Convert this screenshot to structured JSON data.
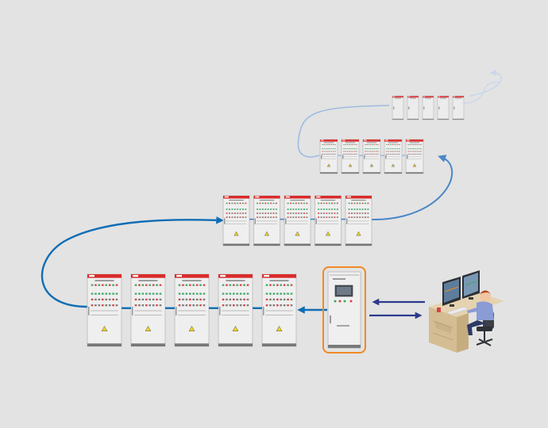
{
  "diagram": {
    "type": "control-cabinet-network",
    "colors": {
      "background": "#e3e3e3",
      "link_front": "#0f6db5",
      "link_mid": "#4a86c8",
      "link_far": "#9fbbe0",
      "link_farthest": "#c8d6ec",
      "control_highlight": "#f08a24",
      "command_arrow": "#2c3a8c",
      "cabinet_body": "#efefef",
      "cabinet_header": "#d92b2b",
      "indicator_green": "#3ea86a",
      "indicator_red": "#d64545",
      "warning_yellow": "#f3d22a"
    },
    "rows": [
      {
        "name": "front-row",
        "cabinet_count": 5
      },
      {
        "name": "second-row",
        "cabinet_count": 5
      },
      {
        "name": "third-row",
        "cabinet_count": 5
      },
      {
        "name": "fourth-row",
        "cabinet_count": 5
      }
    ],
    "control_cabinet": {
      "name": "control-cabinet",
      "highlighted": true
    },
    "operator_station": {
      "name": "operator-workstation",
      "monitors": 2
    },
    "icons": [
      "cabinet-icon",
      "control-cabinet-icon",
      "operator-icon",
      "monitor-icon",
      "desk-icon",
      "chair-icon",
      "warning-icon"
    ]
  }
}
